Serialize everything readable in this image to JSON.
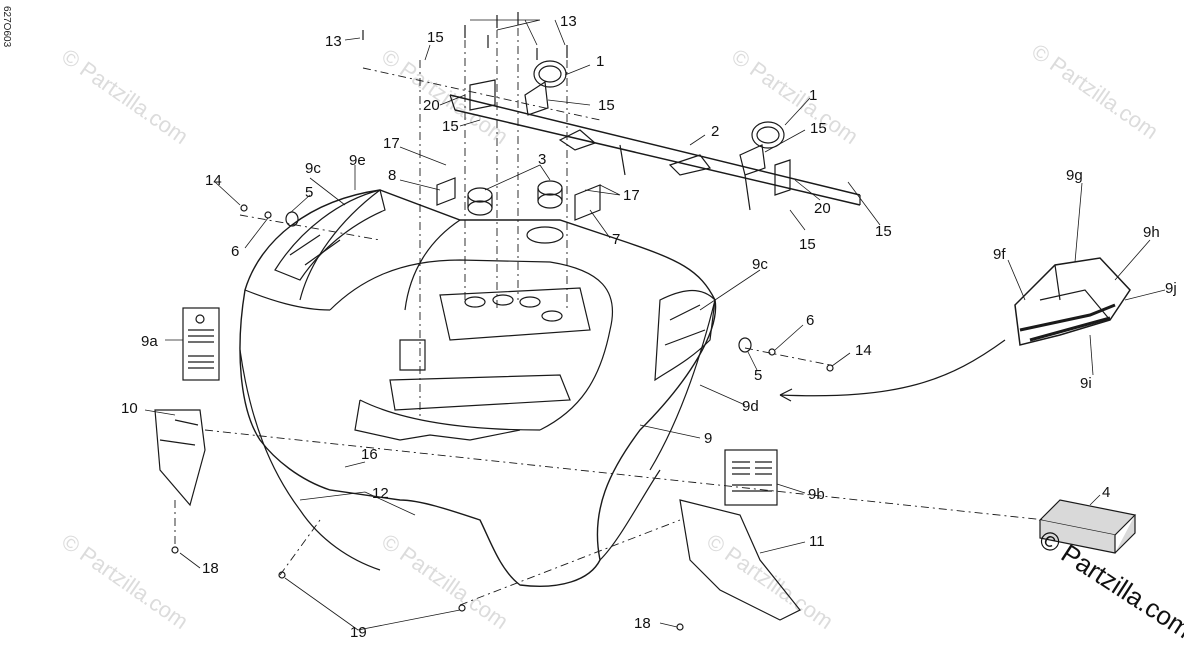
{
  "document_id": "627O603",
  "copyright": "© Partzilla.com",
  "watermark": "© Partzilla.com",
  "callouts": {
    "c13a": "13",
    "c13b": "13",
    "c15a": "15",
    "c1a": "1",
    "c20a": "20",
    "c15b": "15",
    "c15c": "15",
    "c1b": "1",
    "c15d": "15",
    "c2": "2",
    "c17a": "17",
    "c3": "3",
    "c9c_a": "9c",
    "c9e": "9e",
    "c14a": "14",
    "c5a": "5",
    "c8": "8",
    "c17b": "17",
    "c7": "7",
    "c6a": "6",
    "c20b": "20",
    "c15e": "15",
    "c15f": "15",
    "c9g": "9g",
    "c9h": "9h",
    "c9f": "9f",
    "c9j": "9j",
    "c9c_b": "9c",
    "c6b": "6",
    "c14b": "14",
    "c9a": "9a",
    "c5b": "5",
    "c9i": "9i",
    "c9d": "9d",
    "c10": "10",
    "c9": "9",
    "c16": "16",
    "c12": "12",
    "c9b": "9b",
    "c4": "4",
    "c11": "11",
    "c18a": "18",
    "c18b": "18",
    "c19": "19"
  },
  "colors": {
    "line": "#1a1a1a",
    "watermark": "#dcdcdc",
    "box4": "#d9d9d9"
  }
}
